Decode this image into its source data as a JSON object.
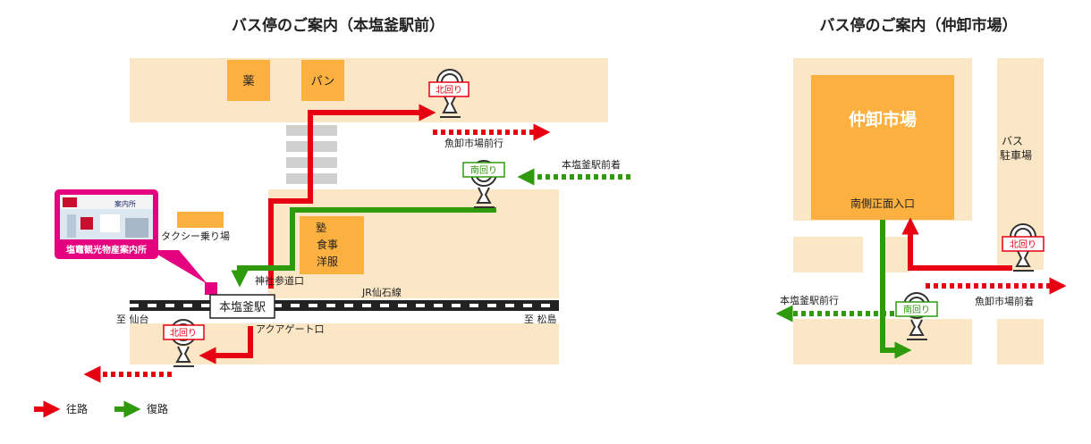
{
  "left_map": {
    "title": "バス停のご案内（本塩釜駅前）",
    "shops": {
      "pharmacy": "薬",
      "bakery": "パン",
      "juku": "塾",
      "food": "食事",
      "clothes": "洋服"
    },
    "stops": {
      "north": "北回り",
      "south": "南回り",
      "north_lower": "北回り"
    },
    "labels": {
      "uoichi_bound": "魚卸市場前行",
      "honshiogama_arrival": "本塩釜駅前着",
      "taxi": "タクシー乗り場",
      "info_center": "塩竈観光物産案内所",
      "station": "本塩釜駅",
      "shrine_exit": "神社参道口",
      "jr_line": "JR仙石線",
      "to_sendai": "至 仙台",
      "to_matsushima": "至 松島",
      "aqua_exit": "アクアゲート口",
      "photo_sign": "案内所"
    }
  },
  "right_map": {
    "title": "バス停のご案内（仲卸市場）",
    "market": "仲卸市場",
    "entrance": "南側正面入口",
    "parking_line1": "バス",
    "parking_line2": "駐車場",
    "stops": {
      "north": "北回り",
      "south": "南回り"
    },
    "labels": {
      "honshiogama_bound": "本塩釜駅前行",
      "uoichi_arrival": "魚卸市場前着"
    }
  },
  "legend": {
    "outbound": "往路",
    "inbound": "復路"
  },
  "colors": {
    "block": "#fbe7c6",
    "shop": "#fbb040",
    "outbound": "#e60012",
    "inbound": "#2f9a0c",
    "magenta": "#e4007f",
    "crosswalk": "#cfcfcf"
  }
}
